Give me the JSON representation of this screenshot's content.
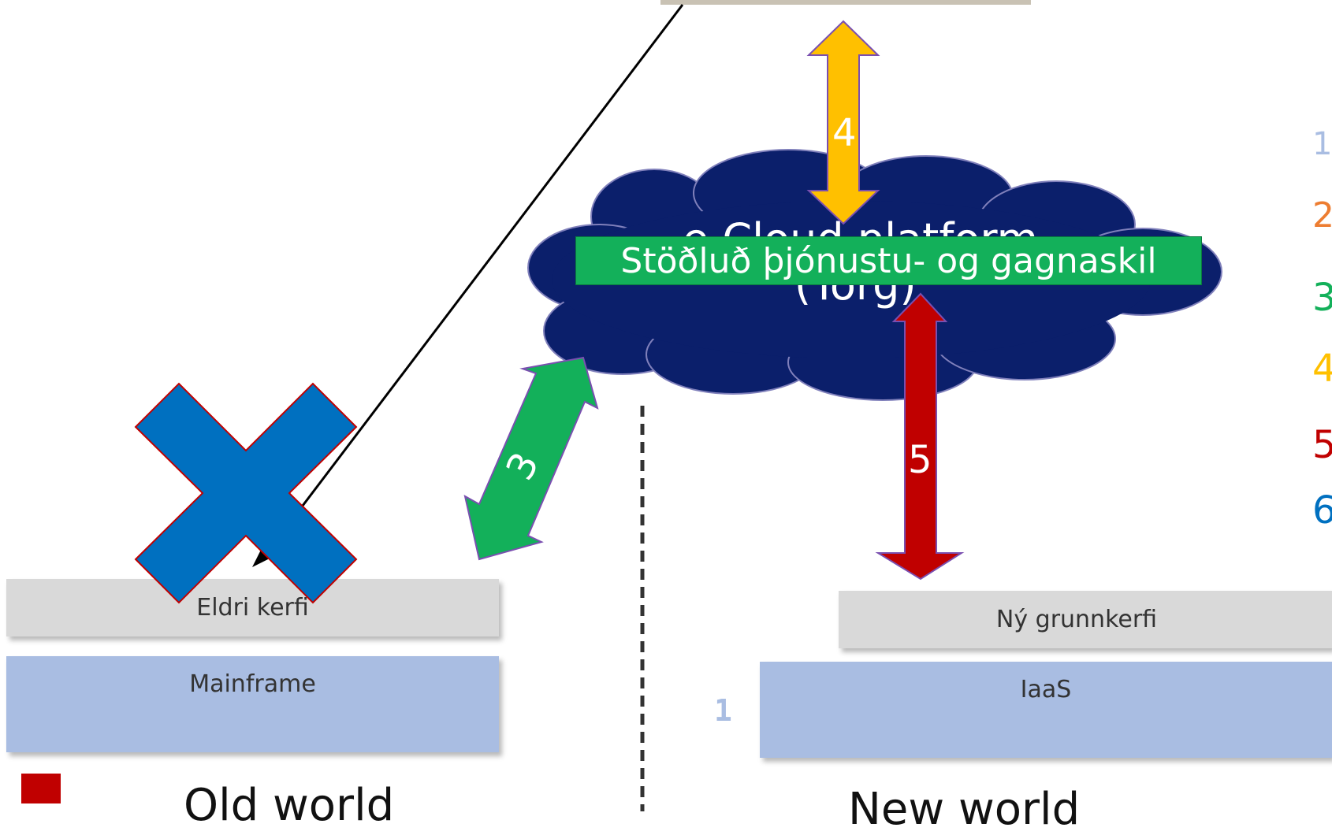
{
  "diagram": {
    "blocks": {
      "legacy_systems": "Eldri kerfi",
      "mainframe": "Mainframe",
      "new_core_systems": "Ný grunnkerfi",
      "iaas": "IaaS",
      "iaas_number": "1"
    },
    "cloud": {
      "line1": "e Cloud platform",
      "line2": "(Torg)",
      "color": "#0b1f6b"
    },
    "banner": {
      "label": "Stöðluð þjónustu- og gagnaskil",
      "color": "#13b05a"
    },
    "arrows": {
      "arrow_3": "3",
      "arrow_4": "4",
      "arrow_5": "5"
    },
    "worlds": {
      "old": "Old world",
      "new": "New world"
    },
    "legend": {
      "items": [
        {
          "label": "1",
          "color": "#a9bde2"
        },
        {
          "label": "2",
          "color": "#ed7d31"
        },
        {
          "label": "3",
          "color": "#13b05a"
        },
        {
          "label": "4",
          "color": "#ffc000"
        },
        {
          "label": "5",
          "color": "#c00000"
        },
        {
          "label": "6",
          "color": "#0070c0"
        }
      ]
    },
    "colors": {
      "cross": "#0070c0",
      "cross_outline": "#c00000",
      "legend_square": "#c00000"
    }
  }
}
